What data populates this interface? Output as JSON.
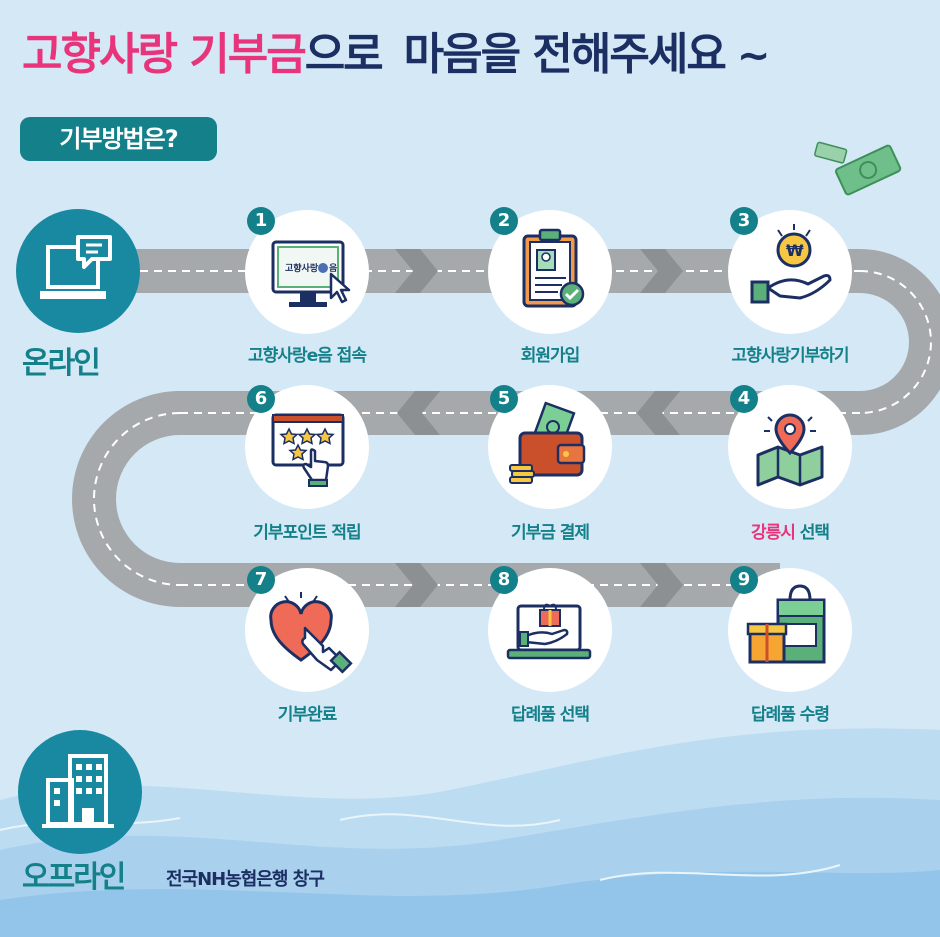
{
  "title": {
    "part1": "고향사랑 기부금",
    "part2": "으로",
    "part3": "마음을 전해주세요",
    "tilde": "~"
  },
  "howto_label": "기부방법은?",
  "online": {
    "label": "온라인"
  },
  "offline": {
    "label": "오프라인",
    "place": "전국NH농협은행 창구"
  },
  "site_name": "고향사랑",
  "site_suffix": "음",
  "currency_symbol": "₩",
  "steps": [
    {
      "num": "1",
      "label": "고향사랑e음 접속",
      "icon": "monitor-icon"
    },
    {
      "num": "2",
      "label": "회원가입",
      "icon": "clipboard-icon"
    },
    {
      "num": "3",
      "label": "고향사랑기부하기",
      "icon": "coin-hand-icon"
    },
    {
      "num": "4",
      "label_highlight": "강릉시",
      "label_rest": " 선택",
      "icon": "map-pin-icon"
    },
    {
      "num": "5",
      "label": "기부금 결제",
      "icon": "wallet-icon"
    },
    {
      "num": "6",
      "label": "기부포인트 적립",
      "icon": "stars-rating-icon"
    },
    {
      "num": "7",
      "label": "기부완료",
      "icon": "heart-hand-icon"
    },
    {
      "num": "8",
      "label": "답례품 선택",
      "icon": "laptop-gift-icon"
    },
    {
      "num": "9",
      "label": "답례품 수령",
      "icon": "shopping-bag-icon"
    }
  ],
  "colors": {
    "background": "#d4e8f6",
    "teal": "#14808a",
    "pink": "#e8347a",
    "navy": "#1c2f63",
    "road": "#a6a9ab"
  }
}
